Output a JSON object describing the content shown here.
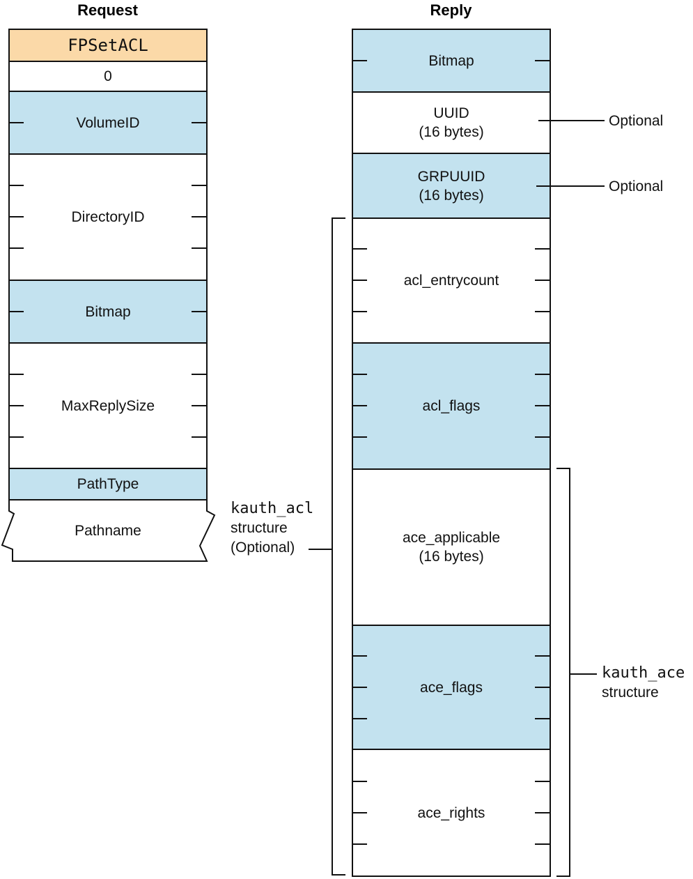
{
  "request": {
    "title": "Request",
    "fields": [
      {
        "label": "FPSetACL"
      },
      {
        "label": "0"
      },
      {
        "label": "VolumeID"
      },
      {
        "label": "DirectoryID"
      },
      {
        "label": "Bitmap"
      },
      {
        "label": "MaxReplySize"
      },
      {
        "label": "PathType"
      },
      {
        "label": "Pathname"
      }
    ]
  },
  "reply": {
    "title": "Reply",
    "fields": [
      {
        "label": "Bitmap",
        "sub": ""
      },
      {
        "label": "UUID",
        "sub": "(16 bytes)"
      },
      {
        "label": "GRPUUID",
        "sub": "(16 bytes)"
      },
      {
        "label": "acl_entrycount",
        "sub": ""
      },
      {
        "label": "acl_flags",
        "sub": ""
      },
      {
        "label": "ace_applicable",
        "sub": "(16 bytes)"
      },
      {
        "label": "ace_flags",
        "sub": ""
      },
      {
        "label": "ace_rights",
        "sub": ""
      }
    ]
  },
  "annotations": {
    "optional_uuid": "Optional",
    "optional_grpuuid": "Optional",
    "kauth_acl": {
      "name": "kauth_acl",
      "line2": "structure",
      "line3": "(Optional)"
    },
    "kauth_ace": {
      "name": "kauth_ace",
      "line2": "structure"
    }
  },
  "colors": {
    "field_blue": "#C3E2EF",
    "header_peach": "#FBD9A8",
    "line_black": "#111111",
    "background": "#FFFFFF"
  }
}
